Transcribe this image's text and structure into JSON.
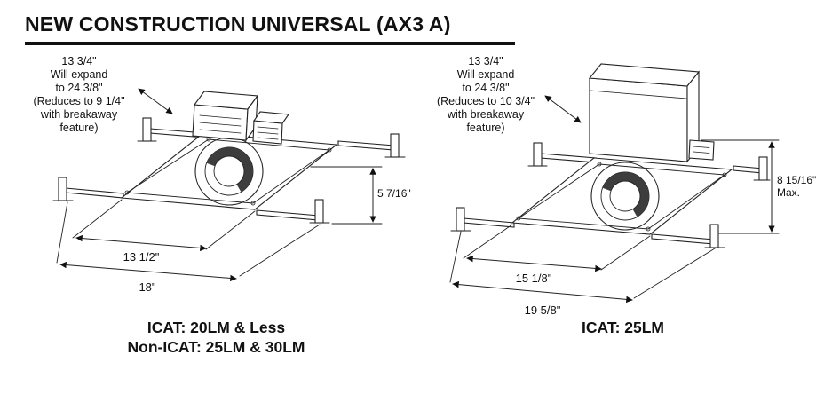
{
  "title": "NEW CONSTRUCTION UNIVERSAL (AX3 A)",
  "ink_color": "#111111",
  "figures": [
    {
      "expand_note": "13 3/4\"\nWill expand\nto 24 3/8\"\n(Reduces to 9 1/4\"\nwith breakaway\nfeature)",
      "height_dim": "5 7/16\"",
      "width_dim_inner": "13 1/2\"",
      "width_dim_outer": "18\"",
      "caption": "ICAT: 20LM & Less\nNon-ICAT: 25LM & 30LM"
    },
    {
      "expand_note": "13 3/4\"\nWill expand\nto 24 3/8\"\n(Reduces to 10 3/4\"\nwith breakaway\nfeature)",
      "height_dim": "8 15/16\"\nMax.",
      "width_dim_inner": "15 1/8\"",
      "width_dim_outer": "19 5/8\"",
      "caption": "ICAT: 25LM"
    }
  ]
}
